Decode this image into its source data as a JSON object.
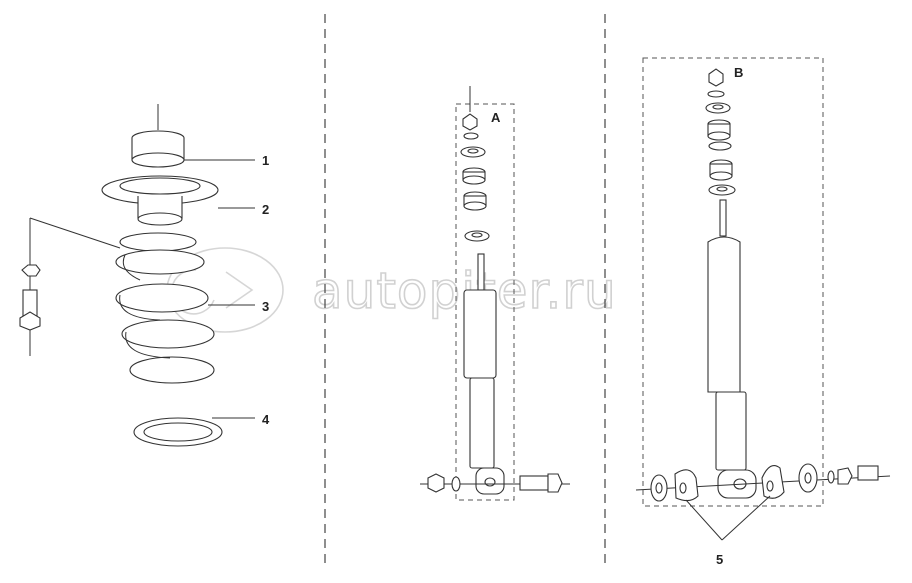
{
  "watermark": {
    "text": "autopiter.ru"
  },
  "callouts": [
    "1",
    "2",
    "3",
    "4",
    "5"
  ],
  "detail_markers": [
    "A",
    "B"
  ]
}
